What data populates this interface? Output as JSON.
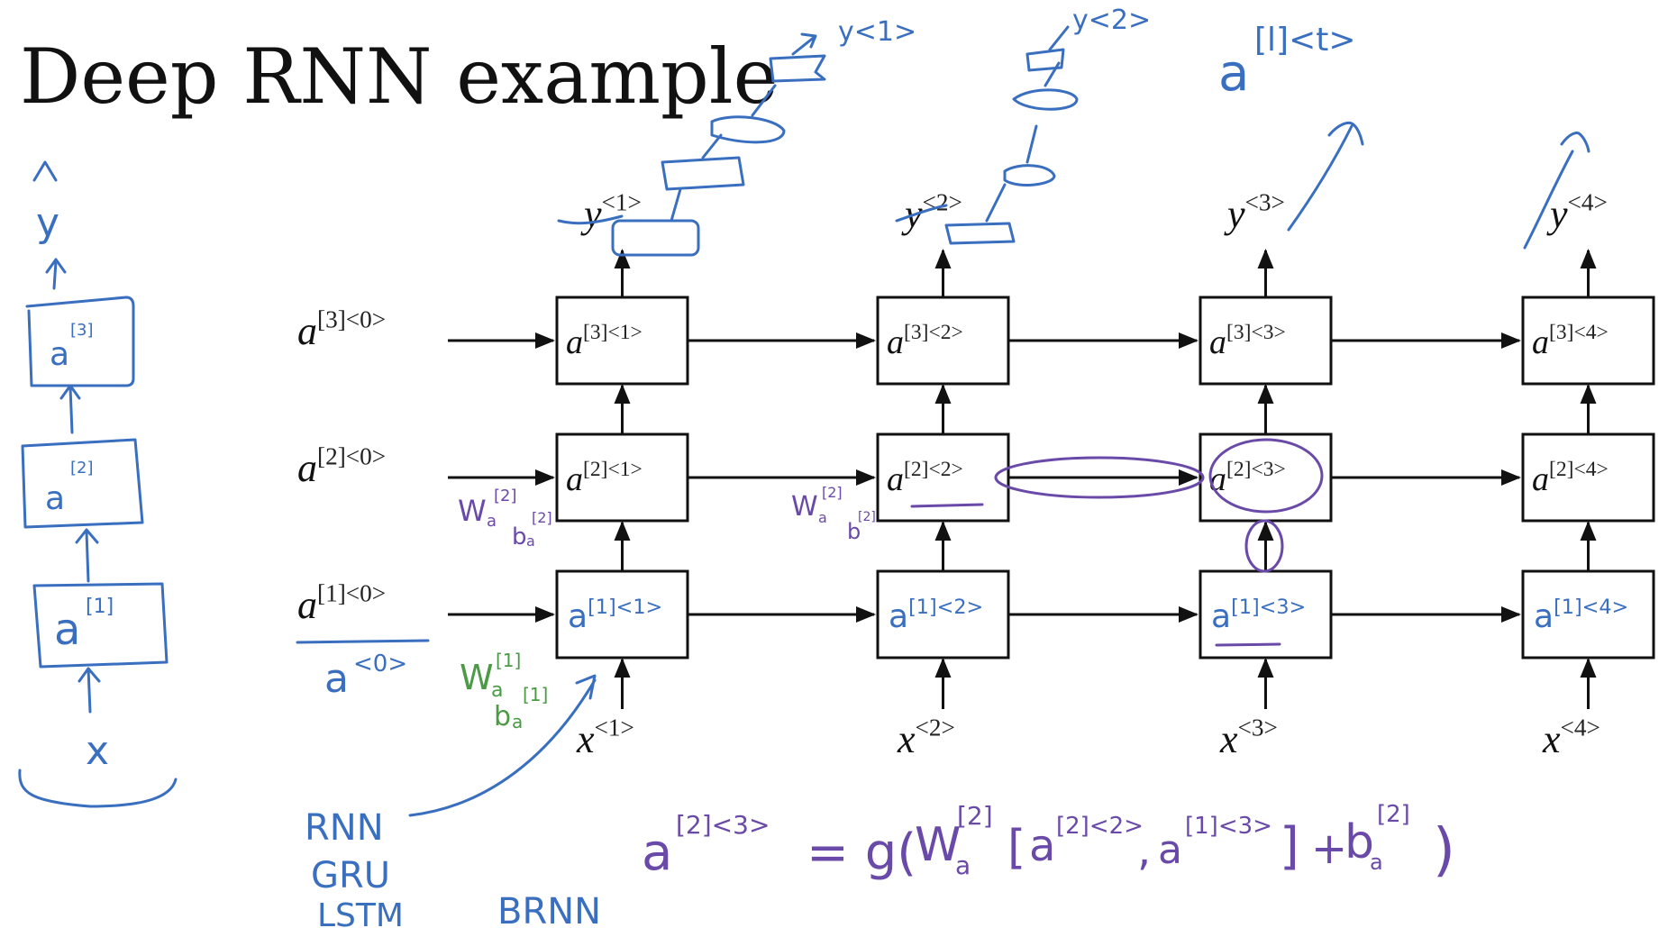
{
  "slide": {
    "title": "Deep RNN example"
  },
  "diagram": {
    "layers": [
      3,
      2,
      1
    ],
    "timesteps": [
      1,
      2,
      3,
      4
    ],
    "initial_states": [
      {
        "layer": 3,
        "base": "a",
        "sup": "[3]<0>"
      },
      {
        "layer": 2,
        "base": "a",
        "sup": "[2]<0>"
      },
      {
        "layer": 1,
        "base": "a",
        "sup": "[1]<0>"
      }
    ],
    "cells": [
      {
        "layer": 3,
        "t": 1,
        "base": "a",
        "sup": "[3]<1>"
      },
      {
        "layer": 3,
        "t": 2,
        "base": "a",
        "sup": "[3]<2>"
      },
      {
        "layer": 3,
        "t": 3,
        "base": "a",
        "sup": "[3]<3>"
      },
      {
        "layer": 3,
        "t": 4,
        "base": "a",
        "sup": "[3]<4>"
      },
      {
        "layer": 2,
        "t": 1,
        "base": "a",
        "sup": "[2]<1>"
      },
      {
        "layer": 2,
        "t": 2,
        "base": "a",
        "sup": "[2]<2>"
      },
      {
        "layer": 2,
        "t": 3,
        "base": "a",
        "sup": "[2]<3>"
      },
      {
        "layer": 2,
        "t": 4,
        "base": "a",
        "sup": "[2]<4>"
      },
      {
        "layer": 1,
        "t": 1,
        "base": "a",
        "sup": "[1]<1>"
      },
      {
        "layer": 1,
        "t": 2,
        "base": "a",
        "sup": "[1]<2>"
      },
      {
        "layer": 1,
        "t": 3,
        "base": "a",
        "sup": "[1]<3>"
      },
      {
        "layer": 1,
        "t": 4,
        "base": "a",
        "sup": "[1]<4>"
      }
    ],
    "outputs": [
      {
        "t": 1,
        "base": "y",
        "sup": "<1>"
      },
      {
        "t": 2,
        "base": "y",
        "sup": "<2>"
      },
      {
        "t": 3,
        "base": "y",
        "sup": "<3>"
      },
      {
        "t": 4,
        "base": "y",
        "sup": "<4>"
      }
    ],
    "inputs": [
      {
        "t": 1,
        "base": "x",
        "sup": "<1>"
      },
      {
        "t": 2,
        "base": "x",
        "sup": "<2>"
      },
      {
        "t": 3,
        "base": "x",
        "sup": "<3>"
      },
      {
        "t": 4,
        "base": "x",
        "sup": "<4>"
      }
    ]
  },
  "annotations": {
    "general_notation": {
      "base": "a",
      "sup": "[l]<t>"
    },
    "a0_note": {
      "base": "a",
      "sup": "<0>"
    },
    "layer1_params": {
      "w": "W",
      "w_sub": "a",
      "w_sup": "[1]",
      "b": "b",
      "b_sub": "a",
      "b_sup": "[1]"
    },
    "layer2_params": {
      "w": "W",
      "w_sub": "a",
      "w_sup": "[2]",
      "b": "b",
      "b_sub": "a",
      "b_sup": "[2]"
    },
    "unit_types": [
      "RNN",
      "GRU",
      "LSTM"
    ],
    "brnn": "BRNN",
    "top_y1": "y<1>",
    "top_y2": "y<2>",
    "equation": {
      "lhs_base": "a",
      "lhs_sup": "[2]<3>",
      "eq": "= g(",
      "w": "W",
      "w_sub": "a",
      "w_sup": "[2]",
      "open": "[",
      "arg1_base": "a",
      "arg1_sup": "[2]<2>",
      "comma": ",",
      "arg2_base": "a",
      "arg2_sup": "[1]<3>",
      "close": "]",
      "plus": "+",
      "b": "b",
      "b_sub": "a",
      "b_sup": "[2]",
      "end": ")"
    }
  },
  "left_sketch": {
    "output": "y",
    "stack": [
      {
        "base": "a",
        "sup": "[3]"
      },
      {
        "base": "a",
        "sup": "[2]"
      },
      {
        "base": "a",
        "sup": "[1]"
      }
    ],
    "input": "x"
  },
  "colors": {
    "ink_blue": "#3a6fc0",
    "ink_purple": "#6a4aa8",
    "ink_green": "#4a9a46",
    "print_black": "#111111"
  }
}
